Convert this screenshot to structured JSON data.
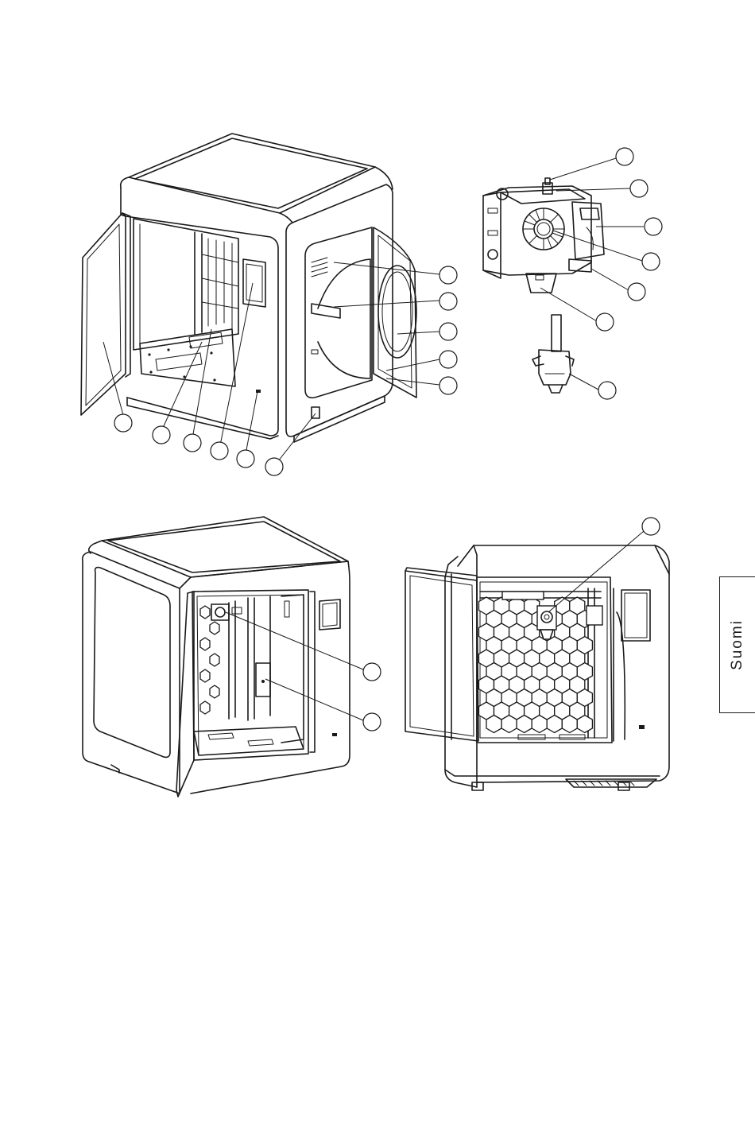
{
  "language_tab": {
    "label": "Suomi"
  },
  "figures": {
    "printer_front_open": {
      "callout_count": 12
    },
    "extruder_assembly": {
      "callout_count": 7
    },
    "printer_rear_interior": {
      "callout_count": 2
    },
    "printer_front_doors": {
      "callout_count": 1
    }
  },
  "colors": {
    "line": "#1a1a1a",
    "background": "#ffffff"
  }
}
